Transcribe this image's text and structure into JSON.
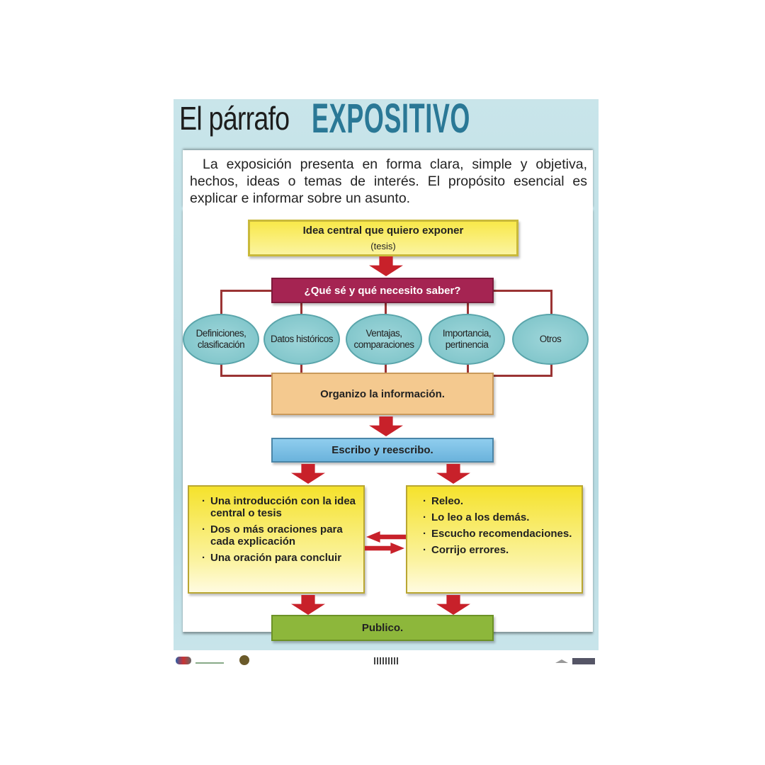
{
  "title": {
    "part1": "El párrafo",
    "part2": "EXPOSITIVO"
  },
  "intro": "La exposición presenta en forma clara, simple y objetiva, hechos, ideas o temas de interés.  El propósito esencial es explicar e informar sobre un asunto.",
  "flow": {
    "idea": {
      "label": "Idea central que quiero exponer",
      "sub": "(tesis)"
    },
    "question": "¿Qué sé y qué necesito saber?",
    "topics": [
      "Definiciones, clasificación",
      "Datos históricos",
      "Ventajas, comparaciones",
      "Importancia, pertinencia",
      "Otros"
    ],
    "organize": "Organizo la información.",
    "write": "Escribo y reescribo.",
    "structure_items": [
      "Una introducción con la idea central o tesis",
      "Dos o más oraciones para cada explicación",
      "Una oración para concluir"
    ],
    "revise_items": [
      "Releo.",
      "Lo leo a los demás.",
      "Escucho recomendaciones.",
      "Corrijo errores."
    ],
    "publish": "Publico."
  },
  "colors": {
    "title_blue": "#2a7896",
    "arrow_red": "#c8212a",
    "question_bg": "#a52452",
    "oval": "#78c1c6"
  }
}
